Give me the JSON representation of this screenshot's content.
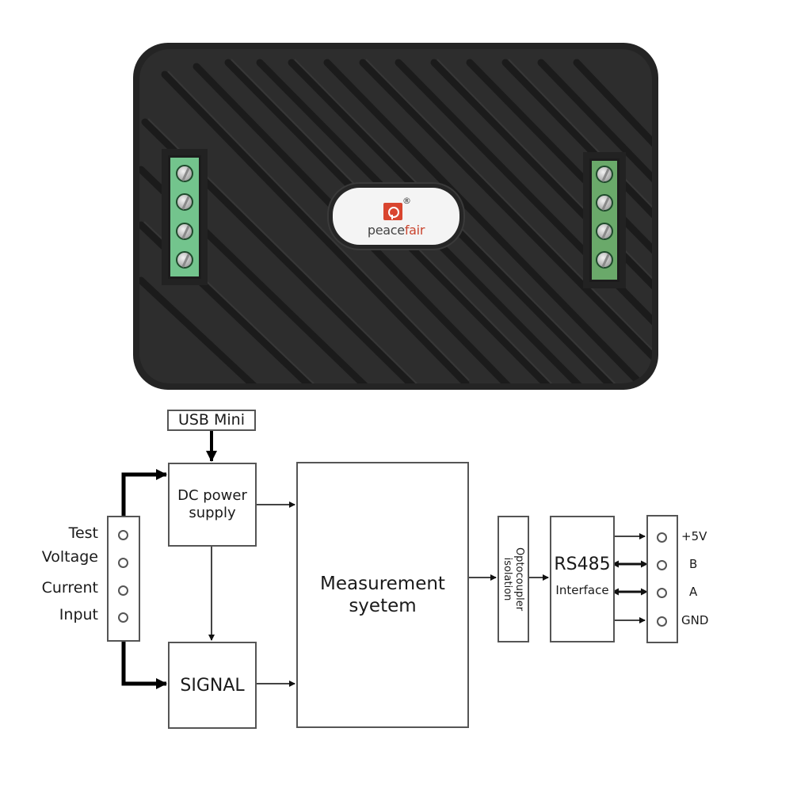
{
  "product": {
    "brand_name_part1": "peace",
    "brand_name_part2": "fair",
    "registered_mark": "®",
    "colors": {
      "housing": "#2b2b2b",
      "terminal_green": "#6fbf8a",
      "logo_red": "#d9452f"
    },
    "left_terminal_screws": 4,
    "right_terminal_screws": 4
  },
  "diagram": {
    "usb_label": "USB Mini",
    "dc_power_line1": "DC power",
    "dc_power_line2": "supply",
    "signal_label": "SIGNAL",
    "measurement_line1": "Measurement",
    "measurement_line2": "syetem",
    "opto_line1": "Optocoupler",
    "opto_line2": "isolation",
    "rs485_title": "RS485",
    "rs485_subtitle": "Interface",
    "input_labels": [
      "Test",
      "Voltage",
      "Current",
      "Input"
    ],
    "output_pins": [
      "+5V",
      "B",
      "A",
      "GND"
    ]
  }
}
